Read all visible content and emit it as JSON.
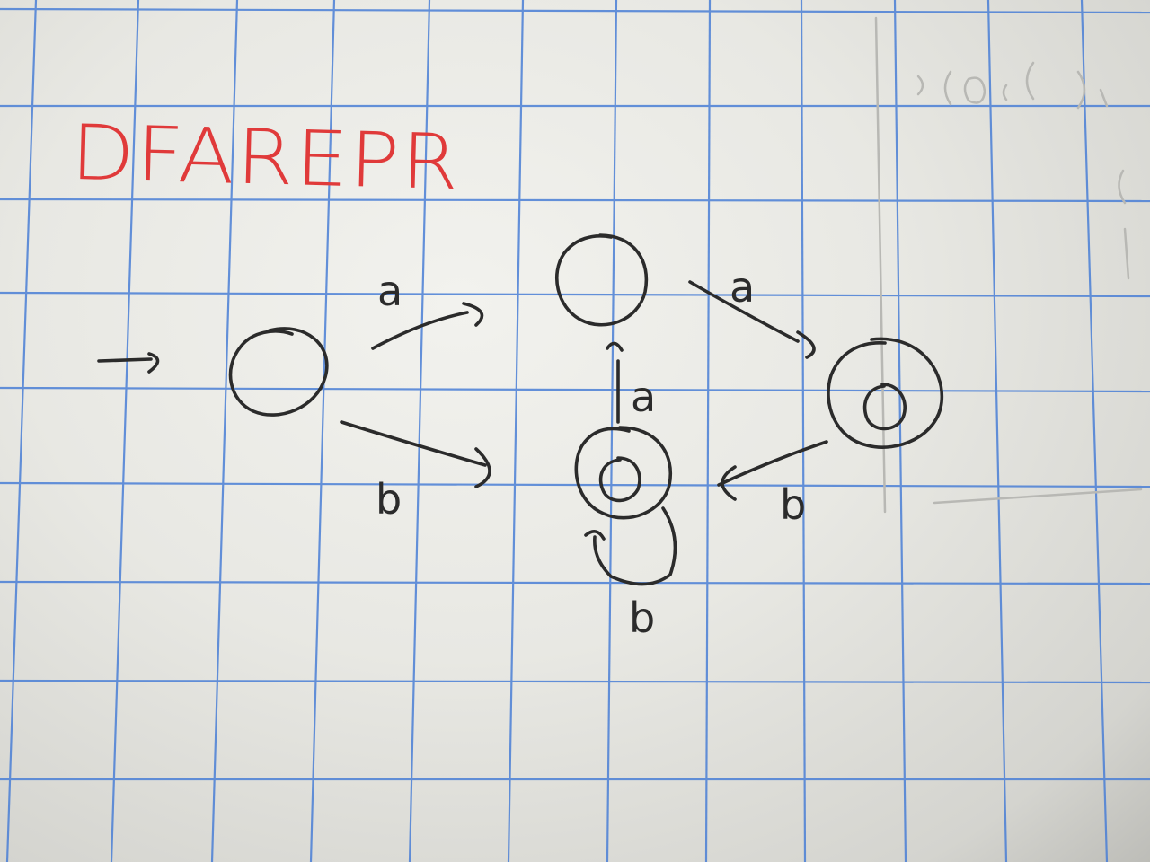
{
  "title": {
    "text": "DFAREPR",
    "color": "#e03a3a"
  },
  "diagram": {
    "transitions": [
      {
        "from": "start-state",
        "to": "middle-top-state",
        "label": "a"
      },
      {
        "from": "start-state",
        "to": "middle-bottom-accepting-state",
        "label": "b"
      },
      {
        "from": "middle-top-state",
        "to": "right-accepting-state",
        "label": "a"
      },
      {
        "from": "middle-bottom-accepting-state",
        "to": "middle-top-state",
        "label": "a"
      },
      {
        "from": "right-accepting-state",
        "to": "middle-bottom-accepting-state",
        "label": "b"
      },
      {
        "from": "middle-bottom-accepting-state",
        "to": "middle-bottom-accepting-state",
        "label": "b"
      }
    ]
  },
  "ink_color": "#2b2b2b",
  "grid_color": "#4a7fd6"
}
